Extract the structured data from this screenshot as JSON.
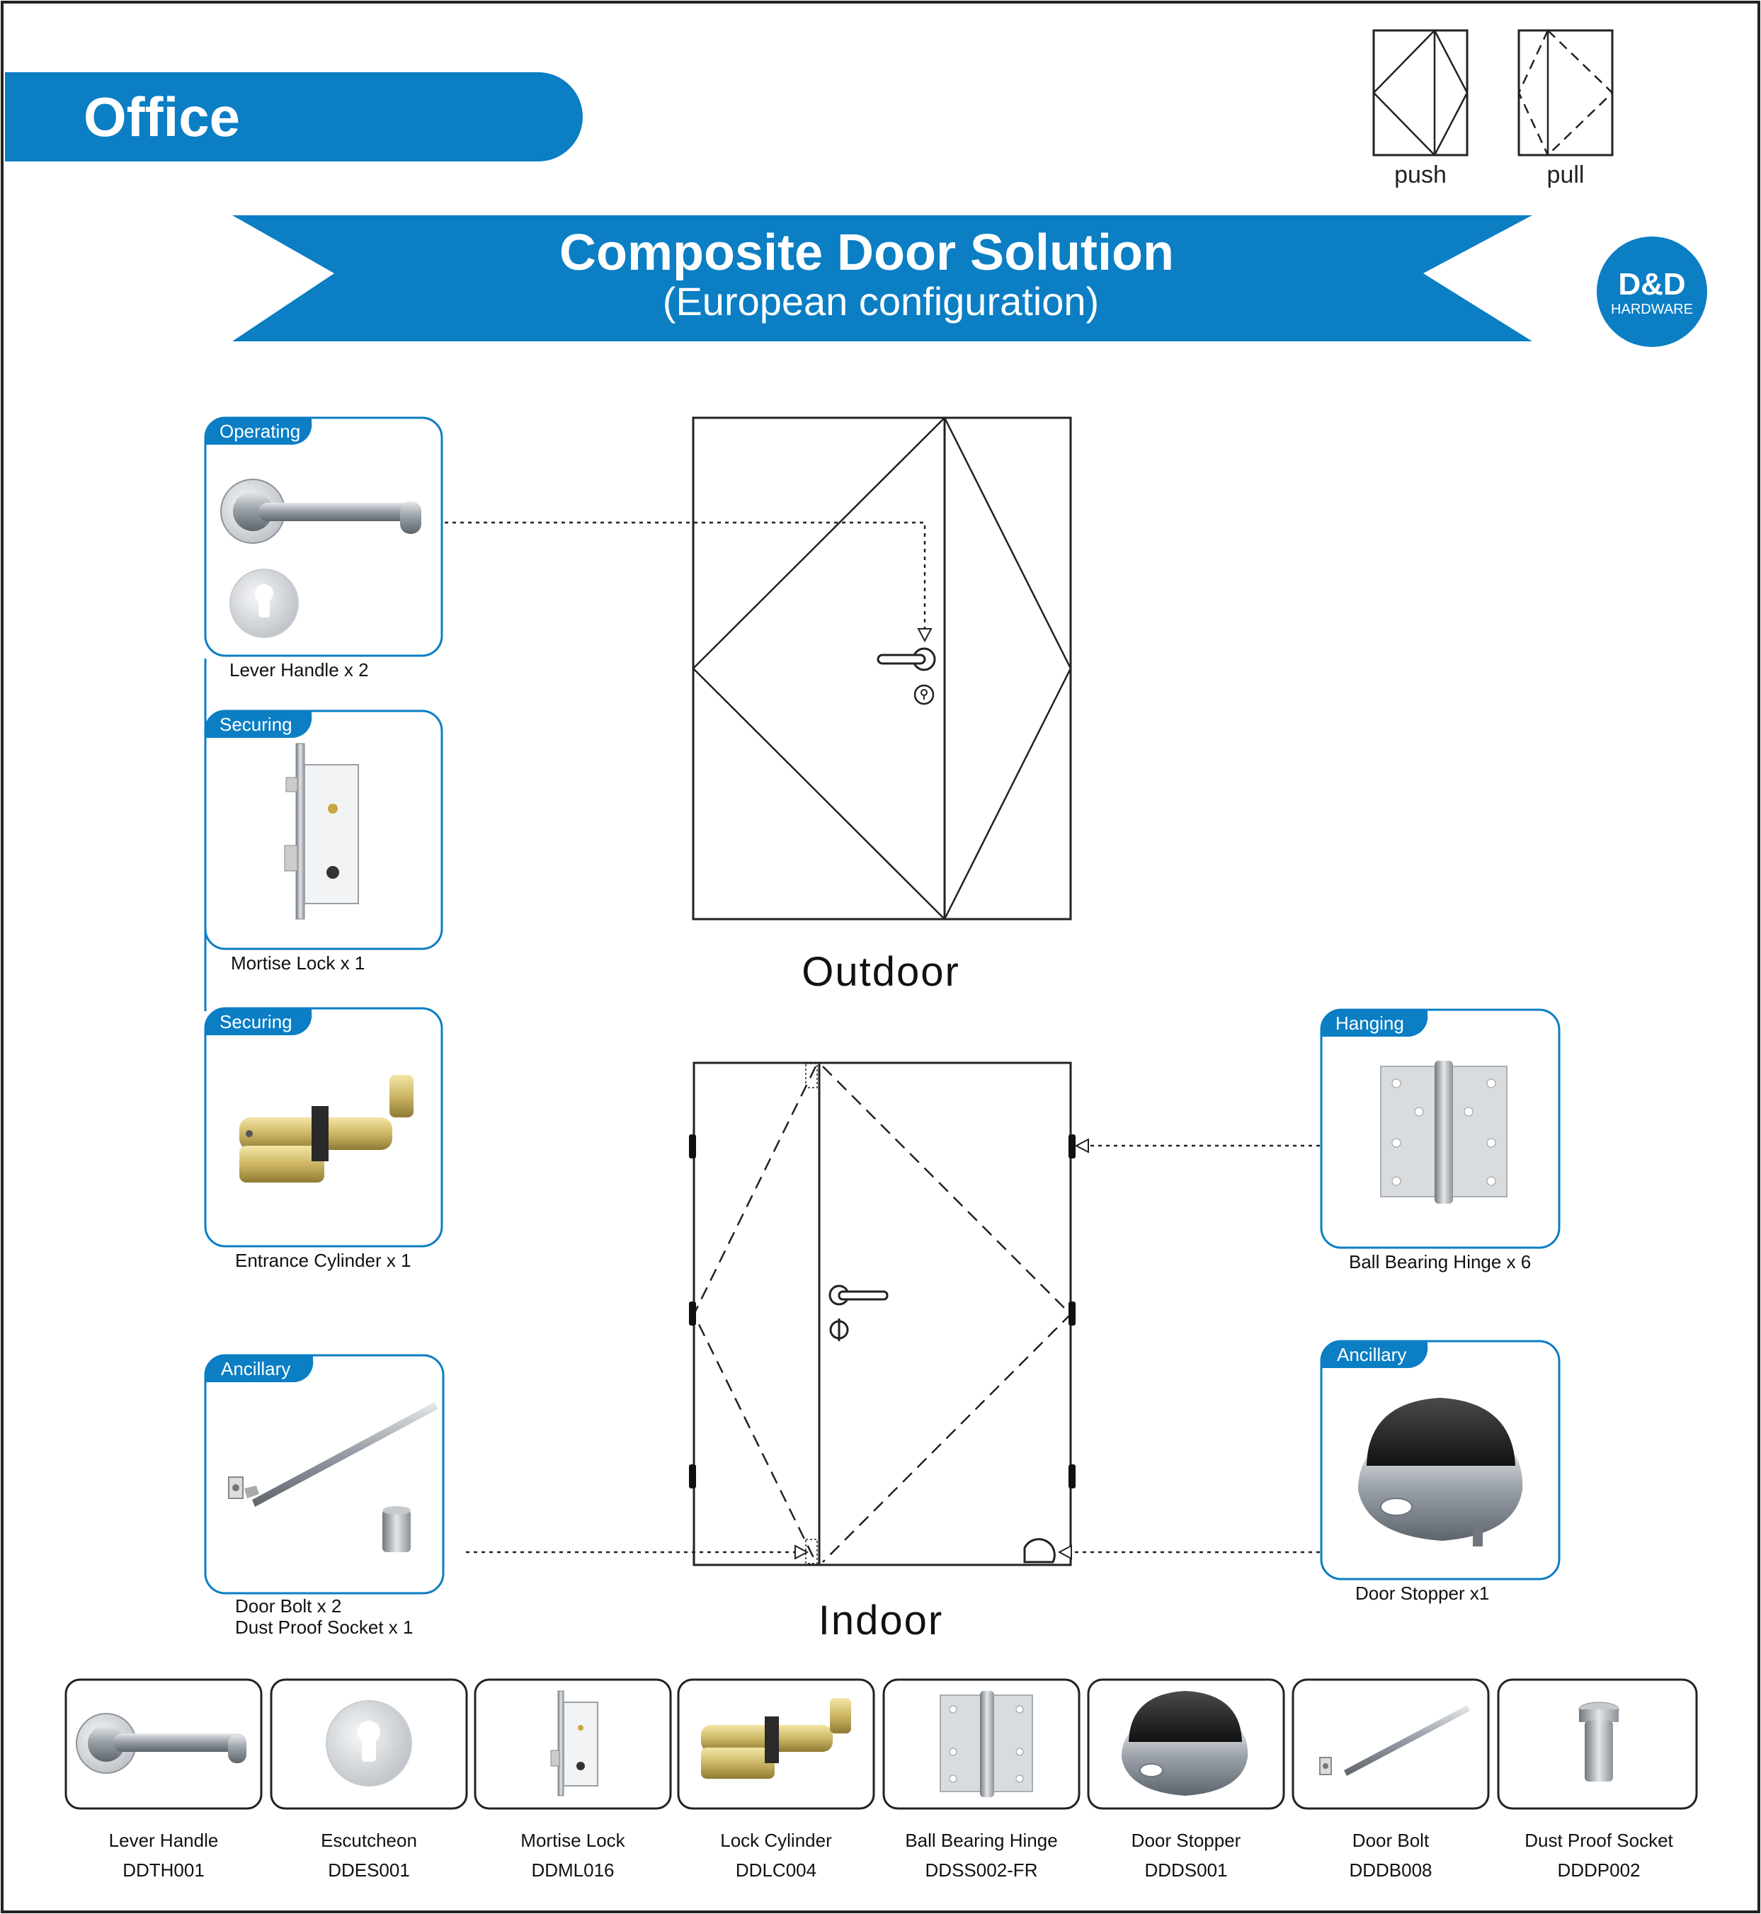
{
  "header": {
    "section_label": "Office",
    "title": "Composite Door Solution",
    "subtitle": "(European configuration)",
    "brand_name": "D&D",
    "brand_sub": "HARDWARE",
    "accent_color": "#0b7ec4"
  },
  "legend": {
    "push": "push",
    "pull": "pull"
  },
  "diagram": {
    "outdoor_label": "Outdoor",
    "indoor_label": "Indoor"
  },
  "callouts": [
    {
      "category": "Operating",
      "caption_lines": [
        "Lever Handle x 2"
      ]
    },
    {
      "category": "Securing",
      "caption_lines": [
        "Mortise Lock x 1"
      ]
    },
    {
      "category": "Securing",
      "caption_lines": [
        "Entrance Cylinder x 1"
      ]
    },
    {
      "category": "Ancillary",
      "caption_lines": [
        "Door Bolt x 2",
        "Dust  Proof Socket  x 1"
      ]
    },
    {
      "category": "Hanging",
      "caption_lines": [
        "Ball Bearing Hinge x 6"
      ]
    },
    {
      "category": "Ancillary",
      "caption_lines": [
        "Door Stopper x1"
      ]
    }
  ],
  "products": [
    {
      "name": "Lever Handle",
      "code": "DDTH001",
      "icon": "lever-handle-icon"
    },
    {
      "name": "Escutcheon",
      "code": "DDES001",
      "icon": "escutcheon-icon"
    },
    {
      "name": "Mortise Lock",
      "code": "DDML016",
      "icon": "mortise-lock-icon"
    },
    {
      "name": "Lock Cylinder",
      "code": "DDLC004",
      "icon": "lock-cylinder-icon"
    },
    {
      "name": "Ball Bearing Hinge",
      "code": "DDSS002-FR",
      "icon": "hinge-icon"
    },
    {
      "name": "Door Stopper",
      "code": "DDDS001",
      "icon": "door-stopper-icon"
    },
    {
      "name": "Door Bolt",
      "code": "DDDB008",
      "icon": "door-bolt-icon"
    },
    {
      "name": "Dust Proof Socket",
      "code": "DDDP002",
      "icon": "dust-socket-icon"
    }
  ]
}
